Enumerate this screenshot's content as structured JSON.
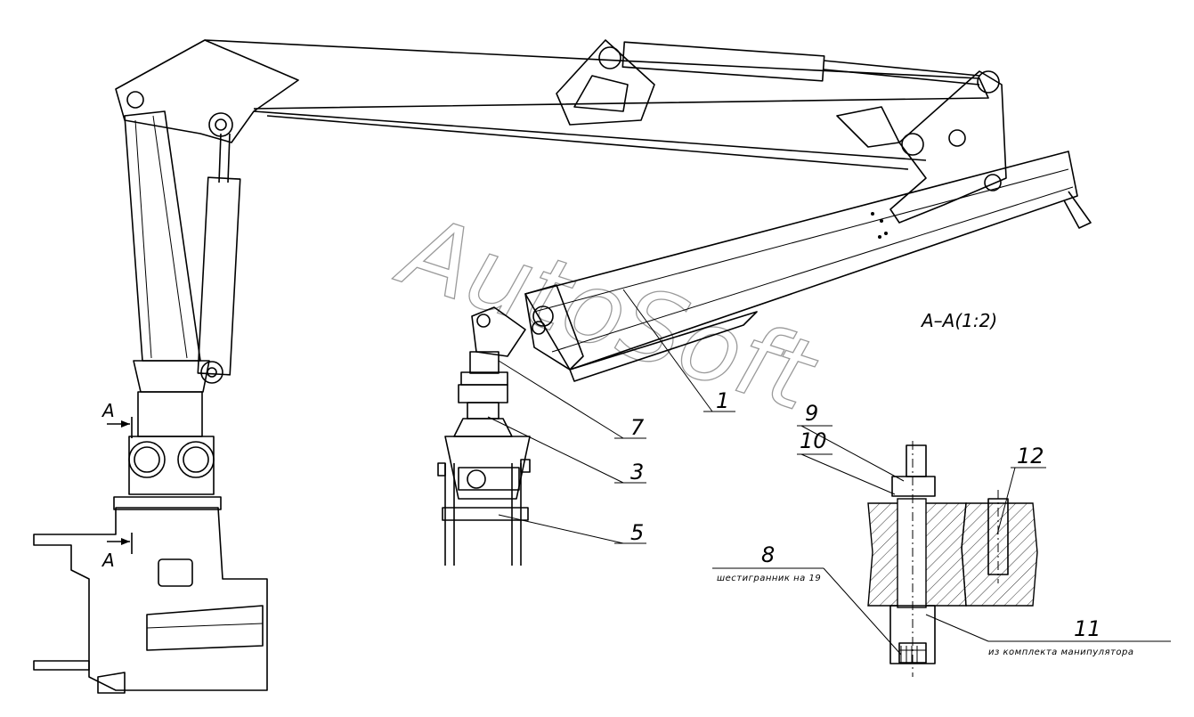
{
  "watermark": "AutoSoft",
  "section_title": "А–А(1:2)",
  "callouts": {
    "c1": "1",
    "c3": "3",
    "c5": "5",
    "c7": "7",
    "c8": "8",
    "c9": "9",
    "c10": "10",
    "c11": "11",
    "c12": "12"
  },
  "notes": {
    "n8": "шестигранник на 19",
    "n11": "из комплекта манипулятора"
  },
  "section_marks": {
    "top": "А",
    "bottom": "А"
  }
}
